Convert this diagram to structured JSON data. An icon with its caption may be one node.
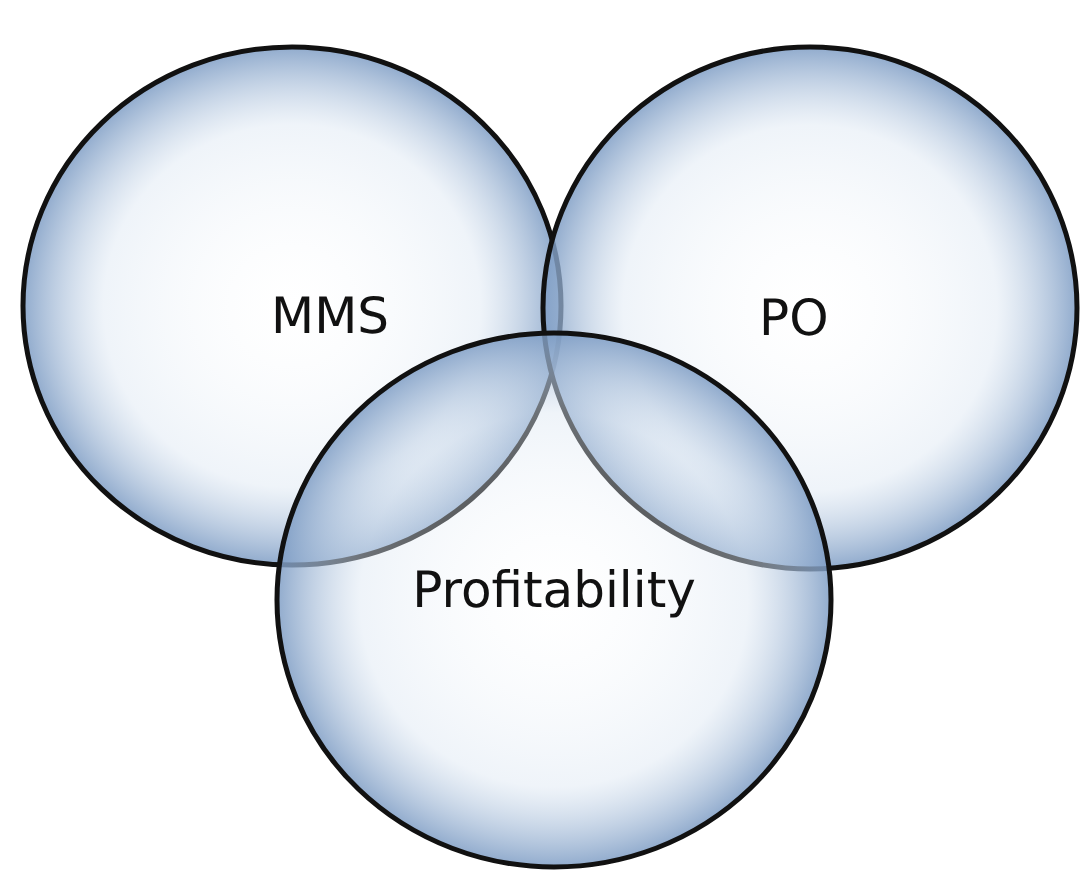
{
  "diagram": {
    "nodes": [
      {
        "text": [
          "MMS"
        ]
      },
      {
        "text": [
          "PO"
        ]
      },
      {
        "text": [
          "Profitability"
        ]
      }
    ]
  }
}
